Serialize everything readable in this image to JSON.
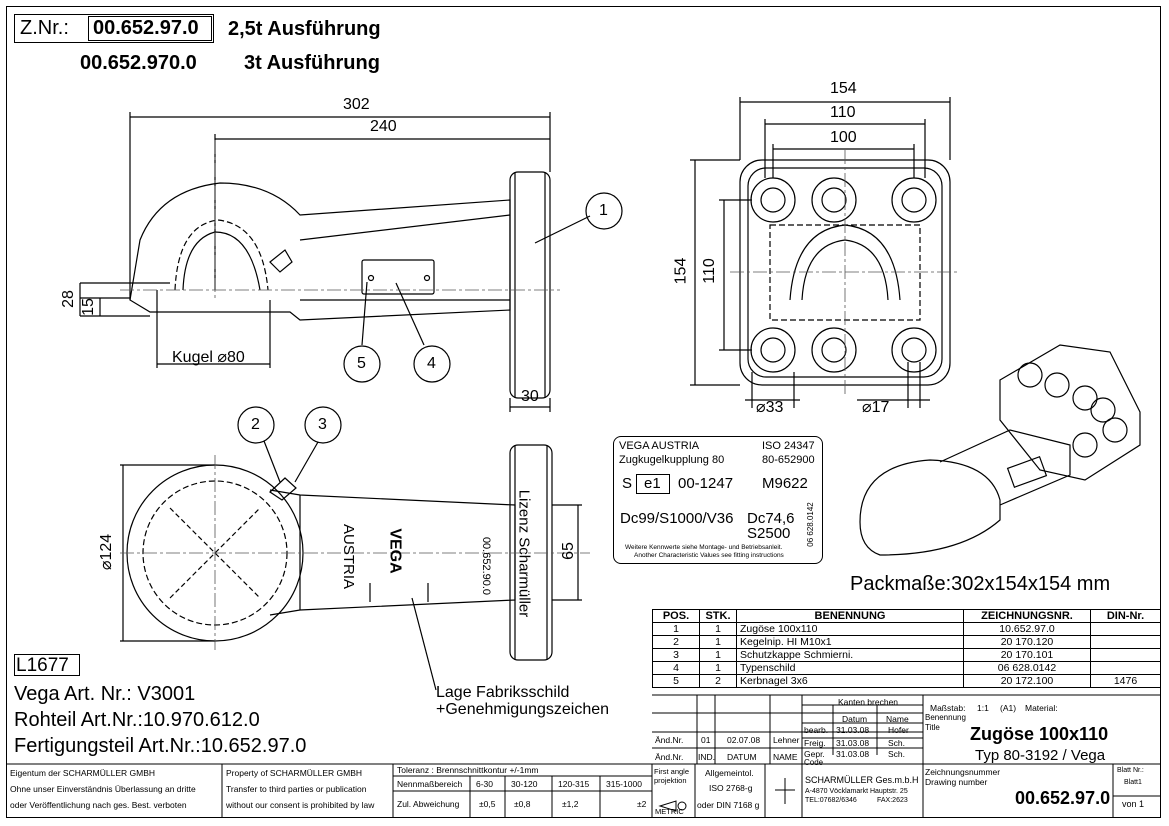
{
  "header": {
    "znr_label": "Z.Nr.:",
    "znr_value": "00.652.97.0",
    "variant1": "2,5t Ausführung",
    "alt_number": "00.652.970.0",
    "variant2": "3t Ausführung"
  },
  "dimensions": {
    "d302": "302",
    "d240": "240",
    "d28": "28",
    "d15": "15",
    "kugel": "Kugel ⌀80",
    "d30": "30",
    "d154top": "154",
    "d110top": "110",
    "d100": "100",
    "d154left": "154",
    "d110left": "110",
    "d33": "⌀33",
    "d17": "⌀17",
    "d124": "⌀124",
    "d65": "65"
  },
  "balloons": [
    "1",
    "2",
    "3",
    "4",
    "5"
  ],
  "drawing_text": {
    "austria": "AUSTRIA",
    "vega": "VEGA",
    "lizenz": "Lizenz Scharmüller",
    "number_on_part": "00.652.90.0",
    "lage1": "Lage Fabriksschild",
    "lage2": "+Genehmigungszeichen"
  },
  "nameplate": {
    "line1_left": "VEGA AUSTRIA",
    "line1_right": "ISO 24347",
    "line2_left": "Zugkugelkupplung 80",
    "line2_right": "80-652900",
    "s": "S",
    "e1": "e1",
    "approval": "00-1247",
    "m": "M9622",
    "dc_left": "Dc99/S1000/V36",
    "dc_right": "Dc74,6",
    "s2500": "S2500",
    "vert": "06 628.0142",
    "note1": "Weitere Kennwerte siehe Montage- und Betriebsanleit.",
    "note2": "Another Characteristic Values see fitting instructions"
  },
  "packmasse": "Packmaße:302x154x154 mm",
  "article_info": {
    "code": "L1677",
    "vega_art": "Vega Art. Nr.: V3001",
    "rohteil": "Rohteil Art.Nr.:10.970.612.0",
    "fertigung": "Fertigungsteil Art.Nr.:10.652.97.0"
  },
  "parts_table": {
    "headers": [
      "POS.",
      "STK.",
      "BENENNUNG",
      "ZEICHNUNGSNR.",
      "DIN-Nr."
    ],
    "rows": [
      [
        "1",
        "1",
        "Zugöse 100x110",
        "10.652.97.0",
        ""
      ],
      [
        "2",
        "1",
        "Kegelnip. HI M10x1",
        "20 170.120",
        ""
      ],
      [
        "3",
        "1",
        "Schutzkappe Schmierni.",
        "20 170.101",
        ""
      ],
      [
        "4",
        "1",
        "Typenschild",
        "06 628.0142",
        ""
      ],
      [
        "5",
        "2",
        "Kerbnagel 3x6",
        "20 172.100",
        "1476"
      ]
    ]
  },
  "title_block": {
    "kanten": "Kanten brechen",
    "datum_h": "Datum",
    "name_h": "Name",
    "bearb": "bearb.",
    "bearb_d": "31.03.08",
    "bearb_n": "Hofer",
    "freig": "Freig.",
    "freig_d": "31.03.08",
    "freig_n": "Sch.",
    "gepr": "Gepr.",
    "gepr_d": "31.03.08",
    "gepr_n": "Sch.",
    "code": "Code",
    "aend_nr": "Änd.Nr.",
    "aend_01": "01",
    "aend_date": "02.07.08",
    "aend_name": "Lehner",
    "ind": "IND.",
    "datum": "DATUM",
    "name": "NAME",
    "massstab_label": "Maßstab:",
    "massstab": "1:1",
    "a1": "(A1)",
    "material": "Material:",
    "benennung": "Benennung",
    "title_en": "Title",
    "title": "Zugöse 100x110",
    "subtitle": "Typ 80-3192 / Vega",
    "first_angle": "First angle",
    "projektion": "projektion",
    "metric": "METRIC",
    "allg": "Allgemeintol.",
    "iso": "ISO 2768-g",
    "din": "oder DIN 7168 g",
    "company": "SCHARMÜLLER Ges.m.b.H",
    "address": "A-4870 Vöcklamarkt Hauptstr. 25",
    "tel": "TEL:07682/6346",
    "fax": "FAX:2623",
    "znr_label": "Zeichnungsnummer",
    "drawing_number_label": "Drawing number",
    "drawing_number": "00.652.97.0",
    "blatt": "Blatt Nr.:",
    "blatt_en": "Blatt1",
    "von": "von 1"
  },
  "footer": {
    "own1": "Eigentum der SCHARMÜLLER GMBH",
    "own2": "Ohne unser Einverständnis Überlassung an dritte",
    "own3": "oder Veröffentlichung nach ges. Best. verboten",
    "prop1": "Property of SCHARMÜLLER GMBH",
    "prop2": "Transfer to third parties or publication",
    "prop3": "without our consent is prohibited by law",
    "tol_title": "Toleranz : Brennschnittkontur +/-1mm",
    "nenn": "Nennmaßbereich",
    "zul": "Zul. Abweichung",
    "ranges": [
      "6-30",
      "30-120",
      "120-315",
      "315-1000"
    ],
    "devs": [
      "±0,5",
      "±0,8",
      "±1,2",
      "±2"
    ]
  }
}
